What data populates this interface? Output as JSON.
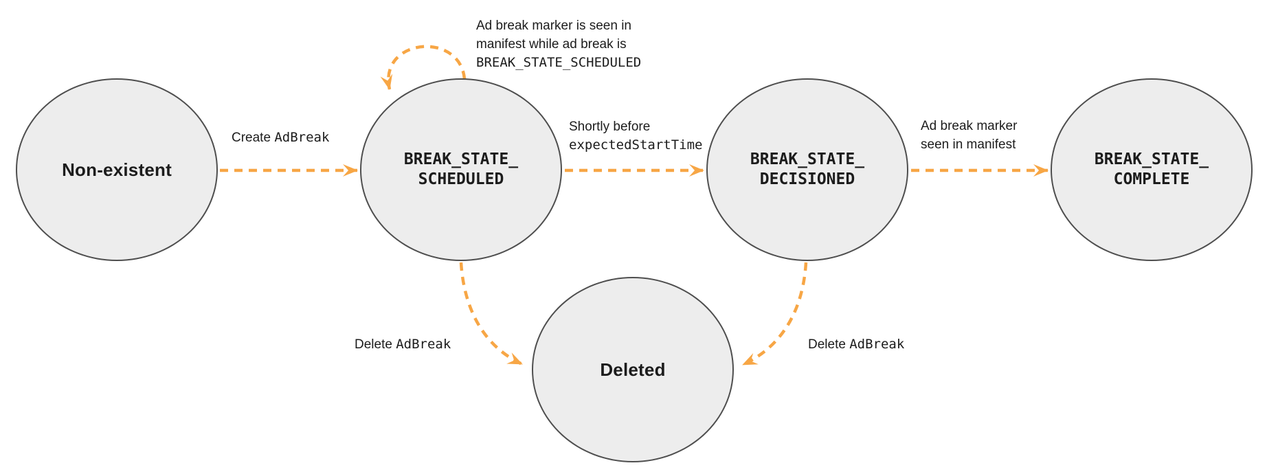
{
  "colors": {
    "accent": "#F7A645",
    "node_fill": "#EDEDED",
    "node_stroke": "#4E4E4E",
    "text": "#1C1C1C"
  },
  "states": {
    "non_existent": {
      "label": "Non-existent"
    },
    "scheduled": {
      "line1": "BREAK_STATE_",
      "line2": "SCHEDULED"
    },
    "decisioned": {
      "line1": "BREAK_STATE_",
      "line2": "DECISIONED"
    },
    "complete": {
      "line1": "BREAK_STATE_",
      "line2": "COMPLETE"
    },
    "deleted": {
      "label": "Deleted"
    }
  },
  "transitions": {
    "create": {
      "text": "Create ",
      "code": "AdBreak"
    },
    "self_loop": {
      "line1": "Ad break marker is seen in",
      "line2": "manifest while ad break is",
      "line3_code": "BREAK_STATE_SCHEDULED"
    },
    "decision": {
      "line1": "Shortly before",
      "line2_code": "expectedStartTime"
    },
    "marker_seen": {
      "line1": "Ad break marker",
      "line2": "seen in manifest"
    },
    "delete_from_scheduled": {
      "text": "Delete ",
      "code": "AdBreak"
    },
    "delete_from_decisioned": {
      "text": "Delete ",
      "code": "AdBreak"
    }
  }
}
